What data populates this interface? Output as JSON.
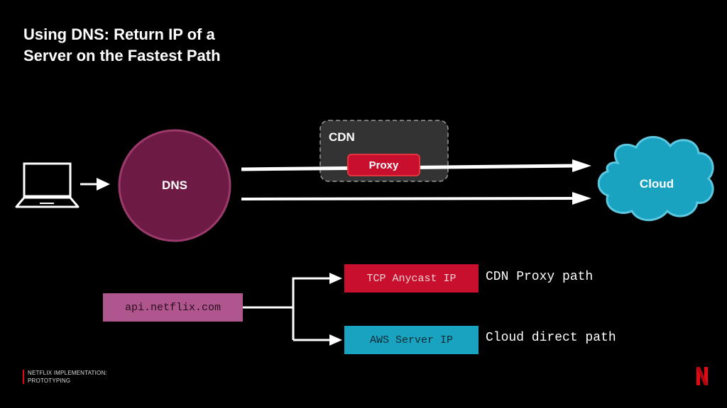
{
  "slide": {
    "title_line1": "Using DNS: Return IP of a",
    "title_line2": "Server on the Fastest Path"
  },
  "diagram": {
    "client_icon": "laptop-icon",
    "dns_label": "DNS",
    "cdn_label": "CDN",
    "proxy_label": "Proxy",
    "cloud_label": "Cloud",
    "domain": "api.netflix.com",
    "routes": [
      {
        "ip_label": "TCP Anycast IP",
        "path_label": "CDN Proxy path"
      },
      {
        "ip_label": "AWS Server IP",
        "path_label": "Cloud direct path"
      }
    ]
  },
  "footer": {
    "line1": "NETFLIX IMPLEMENTATION:",
    "line2": "PROTOTYPING",
    "logo_icon": "netflix-n-logo"
  },
  "colors": {
    "dns_fill": "#6d1a45",
    "dns_stroke": "#9c3a6c",
    "cdn_fill": "#333333",
    "proxy_fill": "#c8102e",
    "cloud_fill": "#1aa3c0",
    "domain_fill": "#b0568e",
    "tcp_fill": "#c8102e",
    "aws_fill": "#1aa3c0",
    "brand_red": "#e50914"
  }
}
